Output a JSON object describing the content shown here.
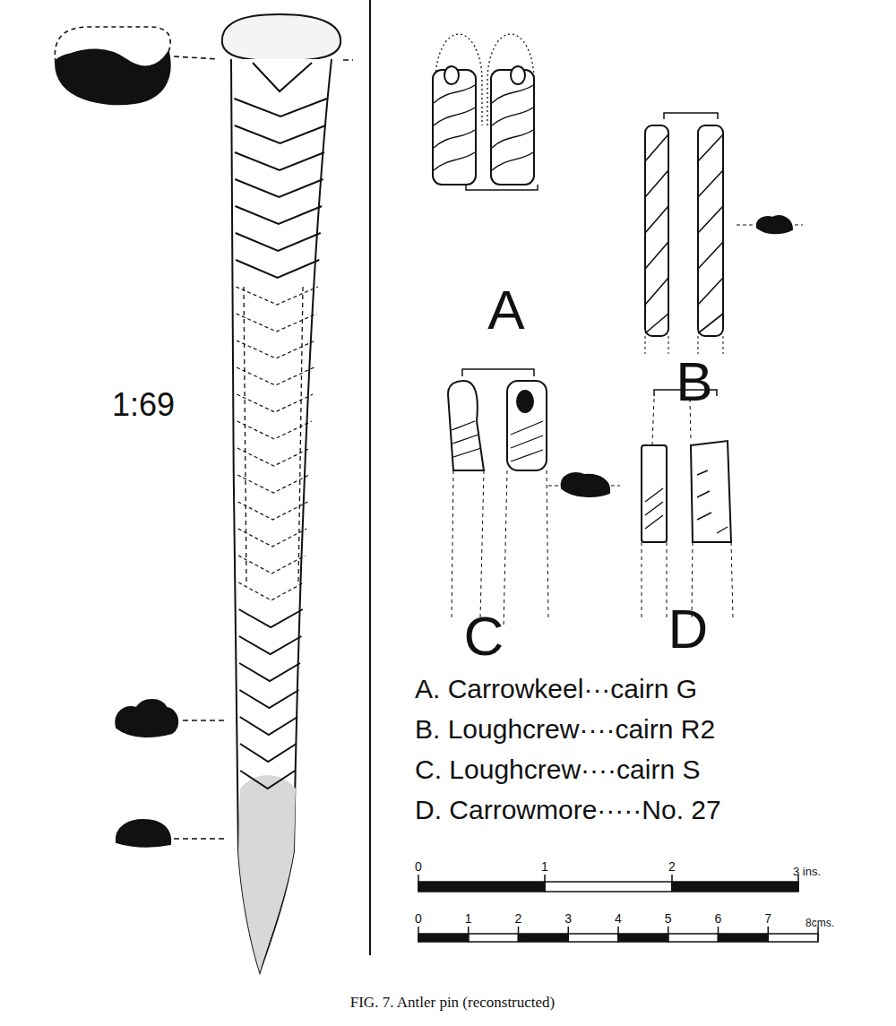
{
  "diagram": {
    "caption": "FIG. 7. Antler pin (reconstructed)",
    "labels": [
      "1:69",
      "A",
      "B",
      "C",
      "D",
      "A. Carrowkeel···cairn G",
      "B. Loughcrew····cairn R2",
      "C. Loughcrew····cairn S",
      "D. Carrowmore·····No. 27",
      "0",
      "1",
      "2",
      "3 ins.",
      "0",
      "1",
      "2",
      "3",
      "4",
      "5",
      "6",
      "7",
      "8cms."
    ]
  }
}
